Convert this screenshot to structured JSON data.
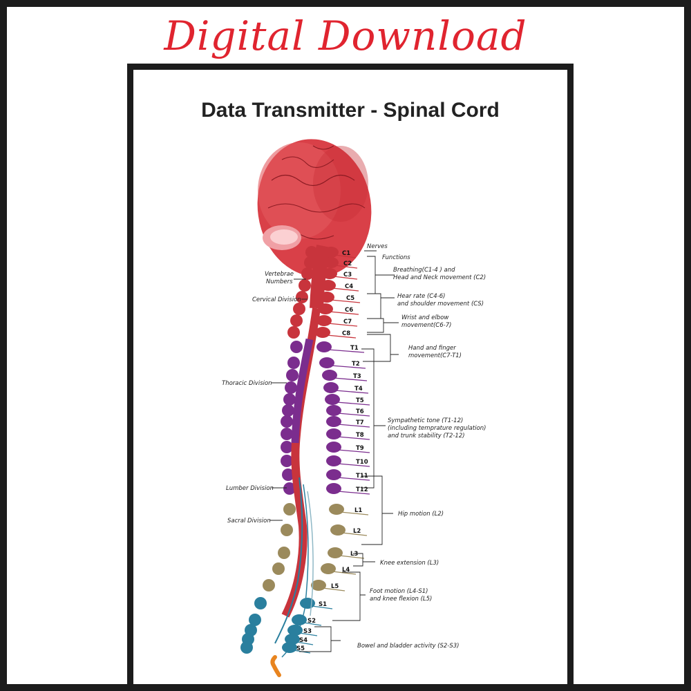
{
  "banner": {
    "text": "Digital Download"
  },
  "poster": {
    "title": "Data Transmitter - Spinal Cord",
    "headers": {
      "nerves": "Nerves",
      "functions": "Functions"
    },
    "left_labels": {
      "vertebrae": [
        "Vertebrae",
        "Numbers"
      ],
      "cervical": "Cervical Division",
      "thoracic": "Thoracic Division",
      "lumbar": "Lumber Division",
      "sacral": "Sacral Division"
    },
    "segments": [
      "C1",
      "C2",
      "C3",
      "C4",
      "C5",
      "C6",
      "C7",
      "C8",
      "T1",
      "T2",
      "T3",
      "T4",
      "T5",
      "T6",
      "T7",
      "T8",
      "T9",
      "T10",
      "T11",
      "T12",
      "L1",
      "L2",
      "L3",
      "L4",
      "L5",
      "S1",
      "S2",
      "S3",
      "S4",
      "S5"
    ],
    "functions": [
      [
        "Breathing(C1-4 ) and",
        "Head and Neck movement (C2)"
      ],
      [
        "Hear rate (C4-6)",
        "and shoulder movement (CS)"
      ],
      [
        "Wrist and elbow",
        "movement(C6-7)"
      ],
      [
        "Hand and finger",
        "movement(C7-T1)"
      ],
      [
        "Sympathetic tone (T1-12)",
        "(including temprature regulation)",
        "and trunk stability (T2-12)"
      ],
      [
        "Hip motion (L2)"
      ],
      [
        "Knee extension (L3)"
      ],
      [
        "Foot motion (L4-S1)",
        "and knee flexion (L5)"
      ],
      [
        "Bowel and bladder activity (S2-S3)"
      ]
    ],
    "colors": {
      "cervical": "#c8343c",
      "thoracic": "#7b2d8e",
      "lumbar": "#9b8a5c",
      "sacral": "#2a7f9e",
      "brain": "#d94048",
      "banner": "#e0242f"
    }
  }
}
